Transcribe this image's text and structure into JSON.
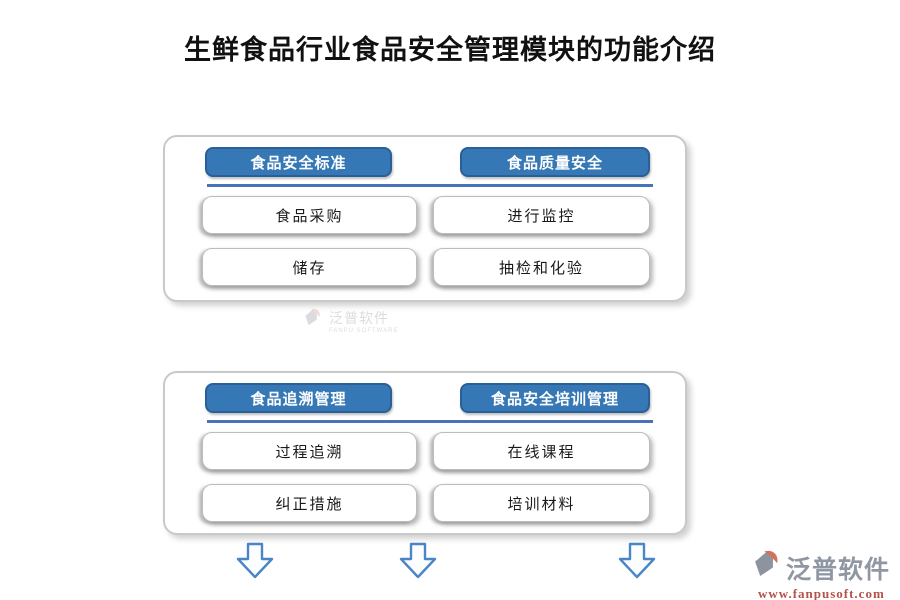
{
  "title": "生鲜食品行业食品安全管理模块的功能介绍",
  "panels": [
    {
      "headers": [
        "食品安全标准",
        "食品质量安全"
      ],
      "items": [
        "食品采购",
        "进行监控",
        "储存",
        "抽检和化验"
      ]
    },
    {
      "headers": [
        "食品追溯管理",
        "食品安全培训管理"
      ],
      "items": [
        "过程追溯",
        "在线课程",
        "纠正措施",
        "培训材料"
      ]
    }
  ],
  "center_watermark": {
    "brand": "泛普软件",
    "subtext": "FANPU SOFTWARE"
  },
  "footer_logo": {
    "brand": "泛普软件",
    "url": "www.fanpusoft.com"
  },
  "colors": {
    "header_button_fill": "#3578b5",
    "header_button_border": "#2a5f98",
    "divider_blue": "#4a72b8",
    "arrow_outline": "#4a86c6",
    "panel_border": "#c9c9c9",
    "brand_gray": "#8f97a3",
    "brand_url_red": "#b5524a"
  }
}
